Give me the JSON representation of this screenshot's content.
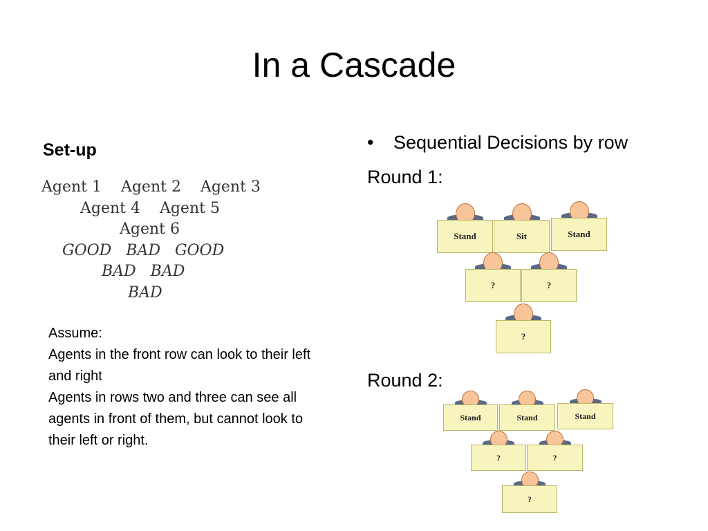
{
  "slide": {
    "title": "In a Cascade",
    "setup_heading": "Set-up",
    "agents_diagram": {
      "rows": [
        "Agent 1    Agent 2    Agent 3",
        "Agent 4    Agent 5",
        "Agent 6"
      ],
      "signals": [
        "GOOD   BAD   GOOD",
        "BAD   BAD",
        "BAD"
      ]
    },
    "assume": [
      "Assume:",
      "Agents in the front row can look to their left and right",
      "Agents in rows two and three can see all agents in front of them, but cannot look to their left or right."
    ],
    "bullet": {
      "symbol": "•",
      "text": "Sequential Decisions by row"
    },
    "round1": {
      "label": "Round 1:",
      "signs": [
        "Stand",
        "Sit",
        "Stand",
        "?",
        "?",
        "?"
      ]
    },
    "round2": {
      "label": "Round 2:",
      "signs": [
        "Stand",
        "Stand",
        "Stand",
        "?",
        "?",
        "?"
      ]
    }
  },
  "colors": {
    "head": "#f8c49a",
    "head_outline": "#c0703a",
    "shoulders": "#5a6a86",
    "sign_fill": "#f7f4be",
    "sign_border": "#b9b56a"
  }
}
